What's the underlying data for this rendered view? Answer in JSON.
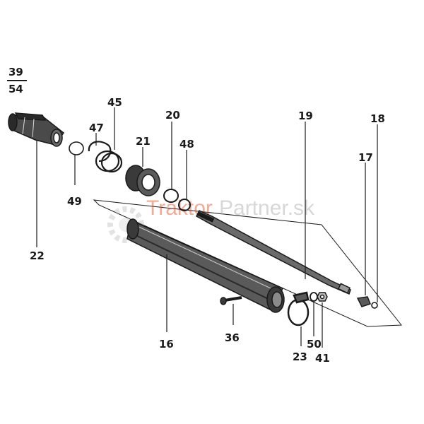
{
  "diagram": {
    "page_ref": {
      "top": "39",
      "bottom": "54"
    },
    "watermark": {
      "brand": "Traktor",
      "suffix": "Partner.sk",
      "accent_color": "#e04a1a",
      "gray_color": "#c8c8c8"
    },
    "labels": {
      "p22": "22",
      "p49": "49",
      "p47": "47",
      "p45": "45",
      "p21": "21",
      "p20": "20",
      "p48": "48",
      "p19": "19",
      "p17": "17",
      "p18": "18",
      "p16": "16",
      "p36": "36",
      "p23": "23",
      "p50": "50",
      "p41": "41"
    },
    "line_color": "#1a1a1a"
  }
}
